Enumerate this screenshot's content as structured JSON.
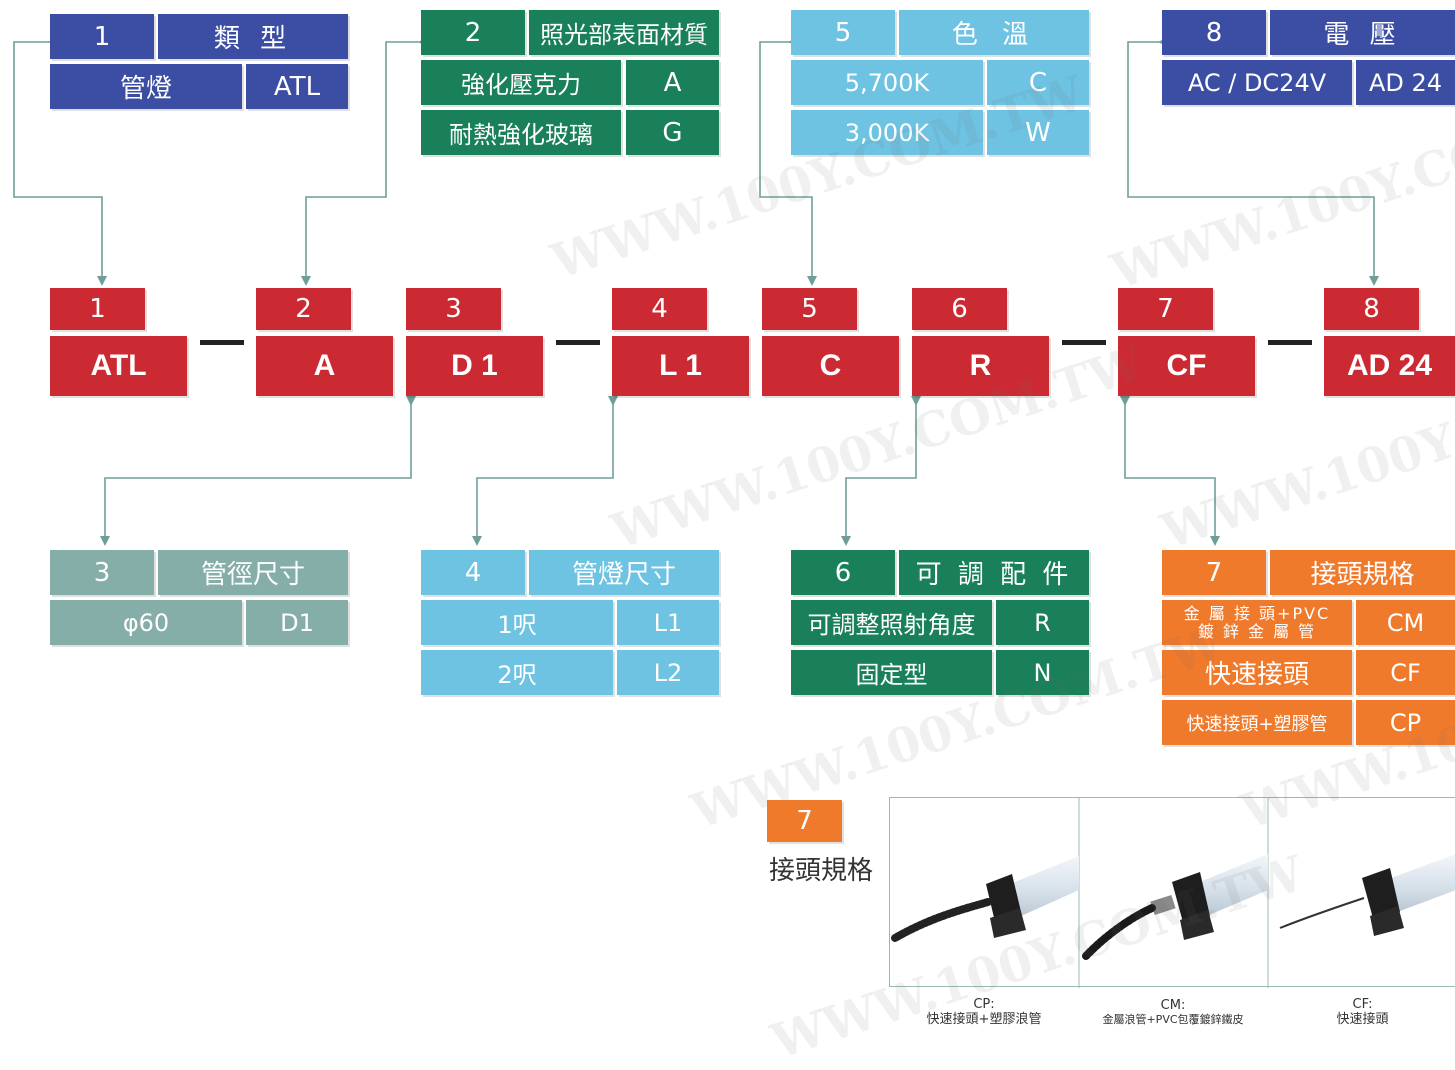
{
  "tables": {
    "type": {
      "num": "1",
      "header": "類 型",
      "rows": [
        [
          "管燈",
          "ATL"
        ]
      ]
    },
    "material": {
      "num": "2",
      "header": "照光部表面材質",
      "rows": [
        [
          "強化壓克力",
          "A"
        ],
        [
          "耐熱強化玻璃",
          "G"
        ]
      ]
    },
    "color_temp": {
      "num": "5",
      "header": "色 溫",
      "rows": [
        [
          "5,700K",
          "C"
        ],
        [
          "3,000K",
          "W"
        ]
      ]
    },
    "voltage": {
      "num": "8",
      "header": "電 壓",
      "rows": [
        [
          "AC / DC24V",
          "AD 24"
        ]
      ]
    },
    "diameter": {
      "num": "3",
      "header": "管徑尺寸",
      "rows": [
        [
          "φ60",
          "D1"
        ]
      ]
    },
    "length": {
      "num": "4",
      "header": "管燈尺寸",
      "rows": [
        [
          "1呎",
          "L1"
        ],
        [
          "2呎",
          "L2"
        ]
      ]
    },
    "adjust": {
      "num": "6",
      "header": "可 調 配 件",
      "rows": [
        [
          "可調整照射角度",
          "R"
        ],
        [
          "固定型",
          "N"
        ]
      ]
    },
    "connector": {
      "num": "7",
      "header": "接頭規格",
      "rows": [
        [
          "金 屬 接 頭+PVC",
          "鍍 鋅 金 屬 管",
          "CM"
        ],
        [
          "快速接頭",
          "CF"
        ],
        [
          "快速接頭+塑膠管",
          "CP"
        ]
      ]
    }
  },
  "code": [
    {
      "num": "1",
      "value": "ATL"
    },
    {
      "num": "2",
      "value": "A"
    },
    {
      "num": "3",
      "value": "D 1"
    },
    {
      "num": "4",
      "value": "L 1"
    },
    {
      "num": "5",
      "value": "C"
    },
    {
      "num": "6",
      "value": "R"
    },
    {
      "num": "7",
      "value": "CF"
    },
    {
      "num": "8",
      "value": "AD 24"
    }
  ],
  "photo_section": {
    "num": "7",
    "title": "接頭規格",
    "captions": [
      {
        "code": "CP:",
        "desc": "快速接頭+塑膠浪管"
      },
      {
        "code": "CM:",
        "desc": "金屬浪管+PVC包覆鍍鋅鐵皮"
      },
      {
        "code": "CF:",
        "desc": "快速接頭"
      }
    ]
  },
  "watermark": "WWW.100Y.COM.TW",
  "colors": {
    "blue": "#3c4ea4",
    "green": "#19805a",
    "sky": "#6ec2e2",
    "grey": "#86aea8",
    "orange": "#f07a2c",
    "red": "#cc2a33",
    "connector": "#6f9e9a"
  }
}
